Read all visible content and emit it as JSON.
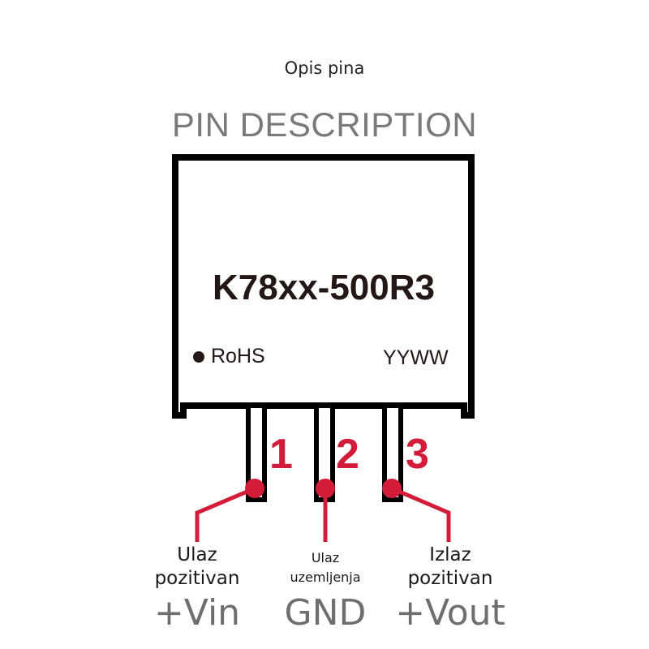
{
  "header": {
    "subtitle": "Opis pina",
    "title": "PIN DESCRIPTION"
  },
  "component": {
    "part_number": "K78xx-500R3",
    "rohs_mark": "RoHS",
    "date_code": "YYWW"
  },
  "pins": [
    {
      "number": "1",
      "label_line1": "Ulaz",
      "label_line2": "pozitivan",
      "symbol": "+Vin"
    },
    {
      "number": "2",
      "label_line1": "Ulaz",
      "label_line2": "uzemljenja",
      "symbol": "GND"
    },
    {
      "number": "3",
      "label_line1": "Izlaz",
      "label_line2": "pozitivan",
      "symbol": "+Vout"
    }
  ],
  "colors": {
    "outline": "#000000",
    "accent": "#d31c3a",
    "title_gray": "#7a7a7a",
    "symbol_gray": "#6e6e6e"
  }
}
